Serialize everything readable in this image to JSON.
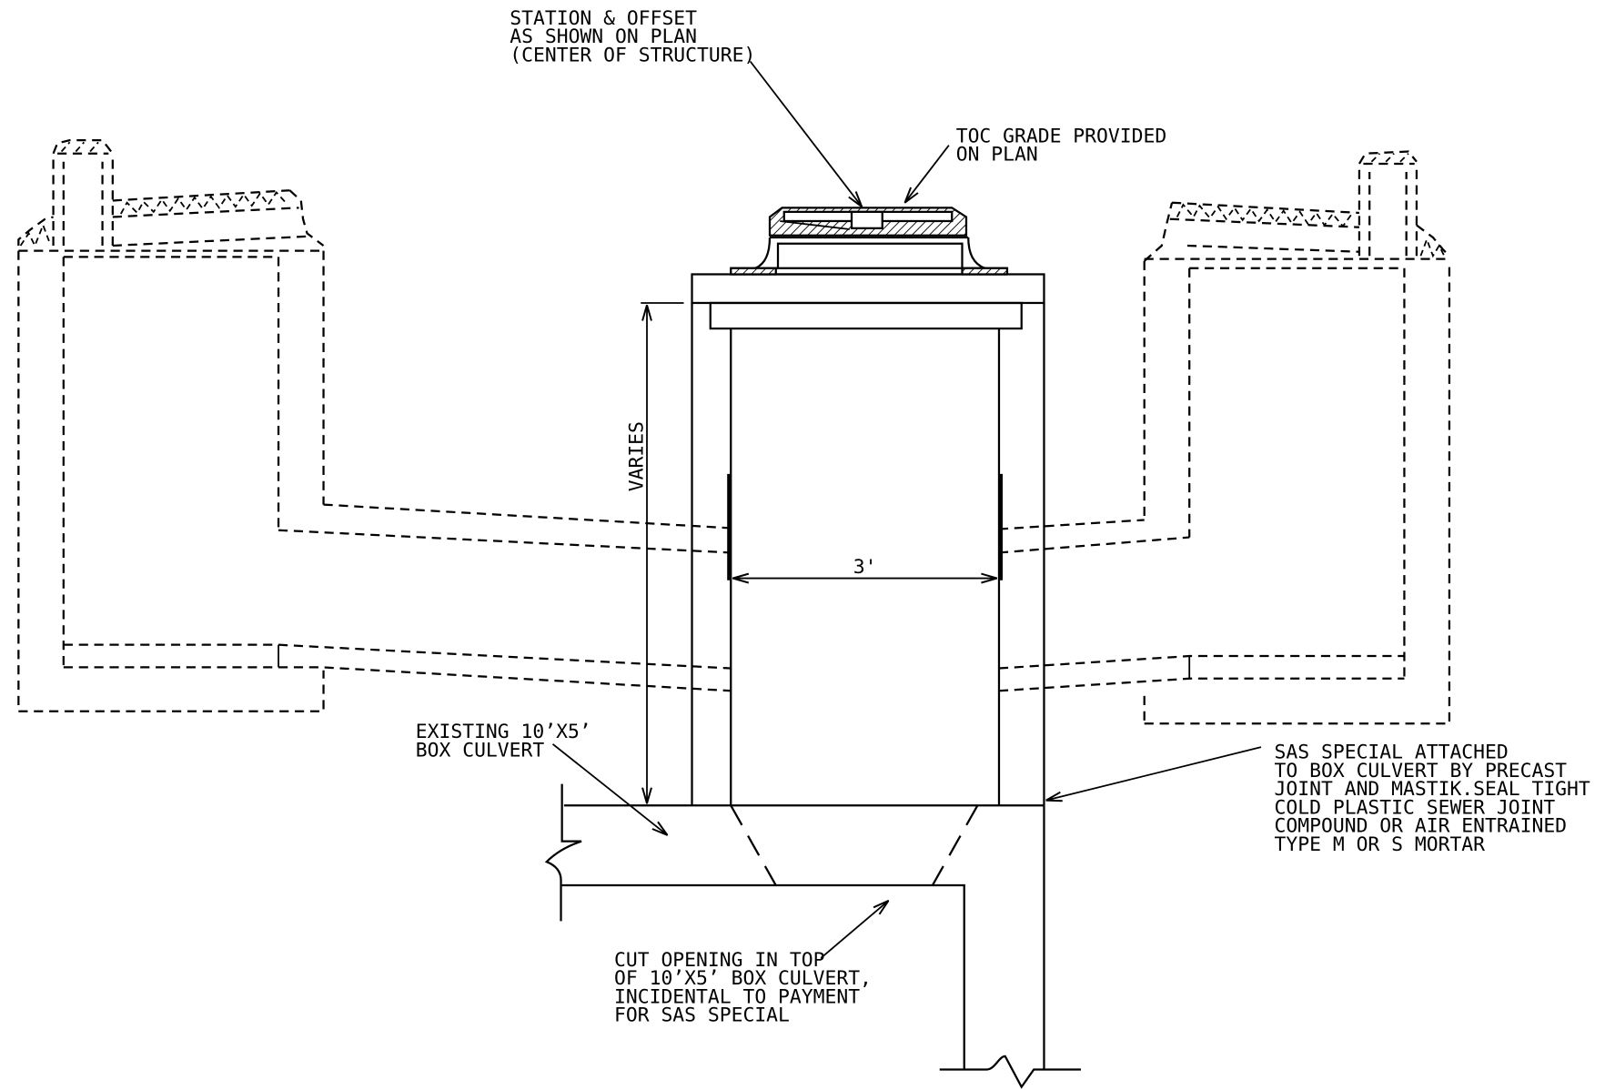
{
  "drawing": {
    "station_offset_note": [
      "STATION & OFFSET",
      "AS SHOWN ON PLAN",
      "(CENTER OF STRUCTURE)"
    ],
    "toc_grade_note": [
      "TOC GRADE PROVIDED",
      "ON PLAN"
    ],
    "height_dimension": "VARIES",
    "width_dimension": "3'",
    "existing_culvert_note": [
      "EXISTING 10’X5’",
      "BOX CULVERT"
    ],
    "sas_special_note": [
      "SAS SPECIAL ATTACHED",
      "TO BOX CULVERT BY PRECAST",
      "JOINT AND MASTIK.SEAL TIGHT",
      "COLD PLASTIC SEWER JOINT",
      "COMPOUND OR AIR ENTRAINED",
      "TYPE M OR S MORTAR"
    ],
    "cut_opening_note": [
      "CUT OPENING IN TOP",
      "OF 10’X5’ BOX CULVERT,",
      "INCIDENTAL TO PAYMENT",
      "FOR SAS SPECIAL"
    ]
  },
  "colors": {
    "line": "#000000",
    "background": "#ffffff"
  }
}
